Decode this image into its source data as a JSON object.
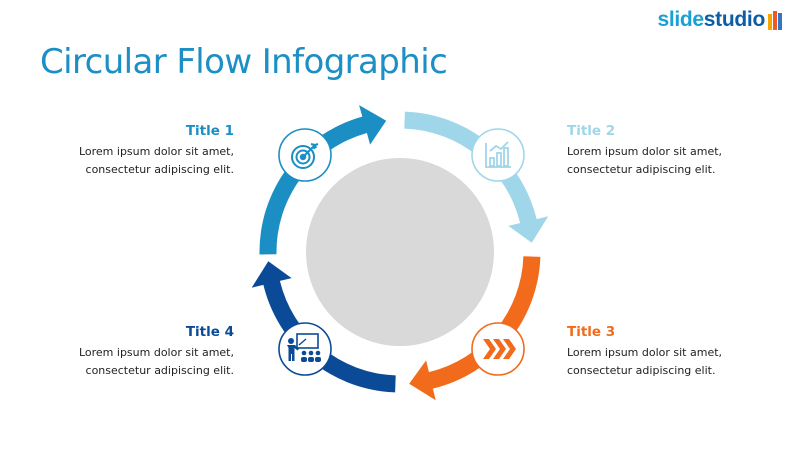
{
  "brand": {
    "logo_text_a": "slide",
    "logo_text_b": "studio",
    "logo_color_a": "#1aa0d6",
    "logo_color_b": "#0c5da8",
    "logo_mark_colors": [
      "#f7a600",
      "#f05a24",
      "#2e77c9"
    ]
  },
  "page": {
    "title": "Circular Flow Infographic",
    "title_color": "#1c8fc4"
  },
  "steps": [
    {
      "title": "Title 1",
      "line1": "Lorem ipsum dolor sit amet,",
      "line2": "consectetur adipiscing elit.",
      "color": "#1b8ec3",
      "icon": "target-icon"
    },
    {
      "title": "Title 2",
      "line1": "Lorem ipsum dolor sit amet,",
      "line2": "consectetur adipiscing elit.",
      "color": "#9fd6ea",
      "icon": "bar-chart-icon"
    },
    {
      "title": "Title 3",
      "line1": "Lorem ipsum dolor sit amet,",
      "line2": "consectetur adipiscing elit.",
      "color": "#f26a1b",
      "icon": "fast-forward-icon"
    },
    {
      "title": "Title 4",
      "line1": "Lorem ipsum dolor sit amet,",
      "line2": "consectetur adipiscing elit.",
      "color": "#0b4a96",
      "icon": "presentation-icon"
    }
  ],
  "center": {
    "fill": "#d9d9d9"
  }
}
